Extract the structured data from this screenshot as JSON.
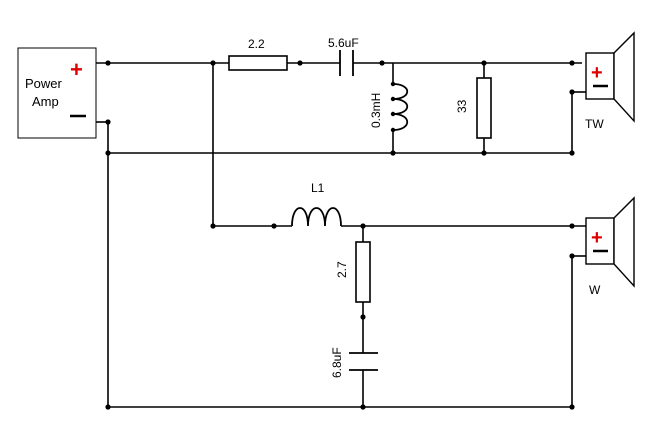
{
  "amplifier": {
    "line1": "Power",
    "line2": "Amp",
    "plus": "+",
    "minus": "−"
  },
  "tweeter_branch": {
    "resistor": "2.2",
    "capacitor": "5.6uF",
    "inductor": "0.3mH",
    "shunt_resistor": "33",
    "speaker": "TW"
  },
  "woofer_branch": {
    "inductor": "L1",
    "resistor": "2.7",
    "capacitor": "6.8uF",
    "speaker": "W"
  },
  "speaker_plus": "+",
  "speaker_minus": "−",
  "colors": {
    "polarity_plus": "#e00000",
    "wire": "#000000"
  }
}
